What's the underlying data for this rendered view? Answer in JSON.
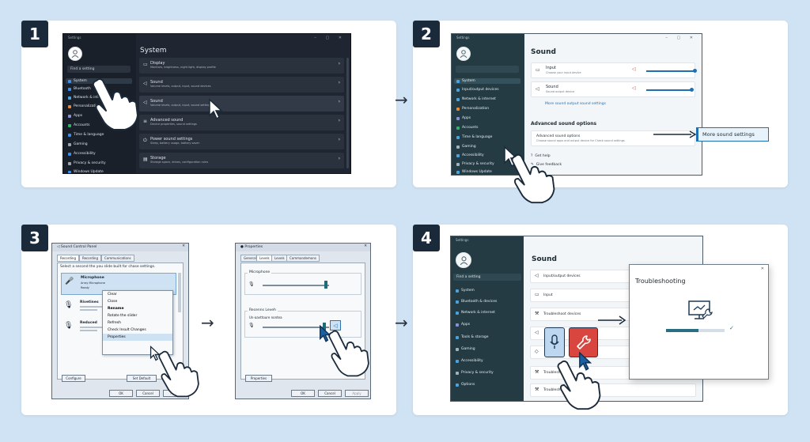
{
  "steps": {
    "s1": "1",
    "s2": "2",
    "s3": "3",
    "s4": "4"
  },
  "arrow_glyph": "→",
  "panel1": {
    "title": "Settings",
    "find": "Find a setting",
    "heading": "System",
    "nav": [
      "System",
      "Bluetooth",
      "Network & inte",
      "Personalization",
      "Apps",
      "Accounts",
      "Time & language",
      "Gaming",
      "Accessibility",
      "Privacy & security",
      "Windows Update"
    ],
    "rows": [
      {
        "t": "Display",
        "s": "Monitors, brightness, night light, display profile"
      },
      {
        "t": "Sound",
        "s": "Volume levels, output, input, sound devices"
      },
      {
        "t": "Sound",
        "s": "Volume levels, output, input, sound settings"
      },
      {
        "t": "Advanced sound",
        "s": "Device properties, sound settings"
      },
      {
        "t": "Power sound settings",
        "s": "Sleep, battery usage, battery saver"
      },
      {
        "t": "Storage",
        "s": "Storage space, drives, configuration rules"
      }
    ]
  },
  "panel2": {
    "title": "Settings",
    "heading": "Sound",
    "nav": [
      "System",
      "Input/output devices",
      "Network & internet",
      "Personalization",
      "Apps",
      "Accounts",
      "Time & language",
      "Gaming",
      "Accessibility",
      "Privacy & security",
      "Windows Update"
    ],
    "input_label": "Input",
    "input_sub": "Choose your input device",
    "sound_label": "Sound",
    "sound_sub": "Sound output device",
    "more_link": "More sound output sound settings",
    "adv_heading": "Advanced sound options",
    "adv_row": "Advanced sound options",
    "adv_sub": "Choose sound apps and output device for Check sound settings",
    "help": "Get help",
    "feedback": "Give feedback",
    "more_btn": "More sound settings"
  },
  "panel3": {
    "cp_title": "Sound Control Panel",
    "cp_tabs": [
      "Recording",
      "Recording",
      "Communications"
    ],
    "cp_instr": "Select a second the you slide built for chase settings.",
    "dev1": "Microphone",
    "dev1_sub": "Array Microphone",
    "dev1_sub2": "Ready",
    "dev2": "Rivetines",
    "dev3": "Reduced",
    "menu": [
      "Clear",
      "Close",
      "Rename",
      "Rotate the slider",
      "Refresh",
      "Check Insult Changes",
      "Properties"
    ],
    "configure": "Configure",
    "set_default": "Set Default",
    "ok": "OK",
    "cancel": "Cancel",
    "apply": "Apply",
    "prop_title": "Properties",
    "prop_tabs": [
      "General",
      "Levels",
      "Levels",
      "Commandemons"
    ],
    "mic_label": "Microphone",
    "boost_label": "Recenns Leveh",
    "boost_sub": "Un-aavttoure nontea",
    "prop_btn": "Properties"
  },
  "panel4": {
    "title": "Settings",
    "find": "Find a setting",
    "heading": "Sound",
    "nav": [
      "System",
      "Bluetooth & devices",
      "Network & internet",
      "Apps",
      "Tools & storage",
      "Gaming",
      "Accessibility",
      "Privacy & security",
      "Options"
    ],
    "rows": [
      "Input/output devices",
      "Input",
      "Troubleshoot devices",
      "",
      "",
      "Troubleshoot",
      "Troubleshoot"
    ],
    "ts_title": "Troubleshooting",
    "progress": 0.55
  },
  "colors": {
    "bg": "#cfe3f4",
    "accent": "#1f6fb5",
    "red_tile": "#d9463f"
  }
}
